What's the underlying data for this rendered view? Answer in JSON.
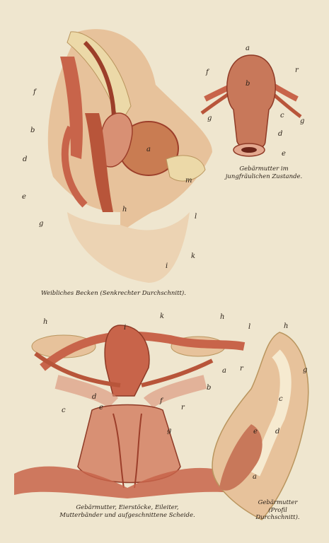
{
  "captions": {
    "fig1": "Weibliches Becken (Senkrechter Durchschnitt).",
    "fig2_line1": "Gebärmutter im",
    "fig2_line2": "jungfräulichen Zustande.",
    "fig3_line1": "Gebärmutter, Eierstöcke, Eileiter,",
    "fig3_line2": "Mutterbänder und aufgeschnittene Scheide.",
    "fig4_line1": "Gebärmutter",
    "fig4_line2": "(Profil",
    "fig4_line3": "Durchschnitt)."
  },
  "labels": {
    "pelvis": [
      "f",
      "b",
      "d",
      "e",
      "g",
      "a",
      "m",
      "h",
      "l",
      "k",
      "i"
    ],
    "virgin_uterus": [
      "a",
      "f",
      "r",
      "b",
      "g",
      "g",
      "c",
      "d",
      "e"
    ],
    "organs": [
      "h",
      "i",
      "k",
      "h",
      "l",
      "a",
      "b",
      "c",
      "e",
      "d",
      "f",
      "r",
      "g"
    ],
    "profile": [
      "h",
      "g",
      "r",
      "c",
      "e",
      "d",
      "a"
    ]
  },
  "colors": {
    "paper": "#efe6cf",
    "flesh": "#e7c29b",
    "muscle": "#c8644a",
    "dark_muscle": "#9c3e2a",
    "bone": "#ecd9a8",
    "pink": "#e4a88f",
    "label_ink": "#2b2118"
  }
}
